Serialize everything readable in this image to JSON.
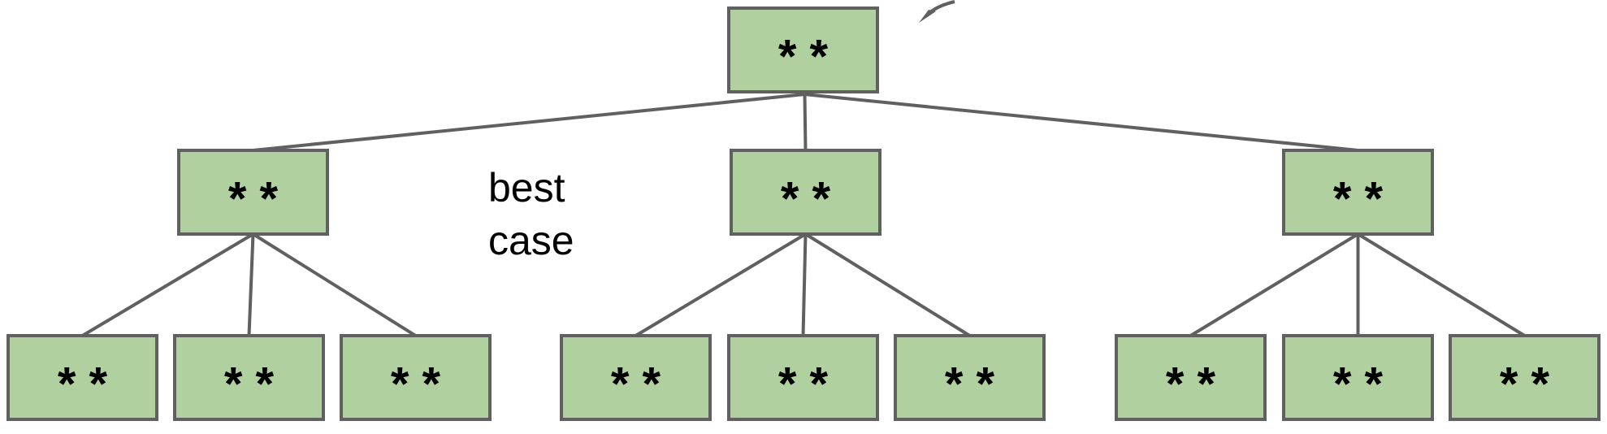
{
  "diagram": {
    "caption_lines": [
      "best",
      "case"
    ],
    "node_color": "#b0d0a0",
    "edge_color": "#606060",
    "root": {
      "label": "*  *"
    },
    "level1": [
      {
        "label": "*  *"
      },
      {
        "label": "*  *"
      },
      {
        "label": "*  *"
      }
    ],
    "level2": [
      {
        "label": "*  *",
        "parent": 0
      },
      {
        "label": "*  *",
        "parent": 0
      },
      {
        "label": "*  *",
        "parent": 0
      },
      {
        "label": "*  *",
        "parent": 1
      },
      {
        "label": "*  *",
        "parent": 1
      },
      {
        "label": "*  *",
        "parent": 1
      },
      {
        "label": "*  *",
        "parent": 2
      },
      {
        "label": "*  *",
        "parent": 2
      },
      {
        "label": "*  *",
        "parent": 2
      }
    ]
  }
}
